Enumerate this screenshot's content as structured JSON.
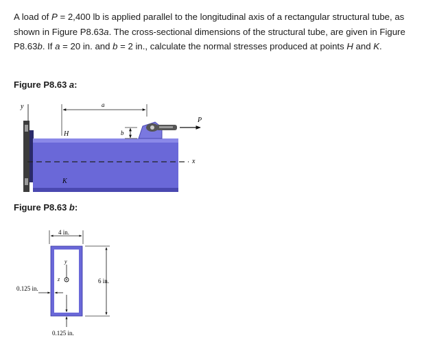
{
  "problem": {
    "t1": "A load of ",
    "sym_p": "P",
    "t2": " = 2,400 lb is applied parallel to the longitudinal axis of a rectangular structural tube, as shown in Figure P8.63",
    "suf_a": "a",
    "t3": ". The cross-sectional dimensions of the structural tube, are given in Figure P8.63",
    "suf_b": "b",
    "t4": ". If ",
    "sym_a": "a",
    "t5": " = 20 in. and ",
    "sym_b": "b",
    "t6": " = 2 in., calculate the normal stresses produced at points ",
    "sym_h": "H",
    "t7": " and ",
    "sym_k": "K",
    "t8": "."
  },
  "figure_a": {
    "label_pre": "Figure P8.63 ",
    "label_suf": "a",
    "label_colon": ":",
    "y_axis": "y",
    "x_axis": "x",
    "dim_a": "a",
    "dim_b": "b",
    "load": "P",
    "point_h": "H",
    "point_k": "K",
    "colors": {
      "tube": "#6a68d8",
      "tube_dark": "#4a48b0",
      "wall": "#444444"
    }
  },
  "figure_b": {
    "label_pre": "Figure P8.63 ",
    "label_suf": "b",
    "label_colon": ":",
    "width": "4 in.",
    "height": "6 in.",
    "wall_left": "0.125 in.",
    "wall_bottom": "0.125 in.",
    "y_axis": "y",
    "z_axis": "z",
    "colors": {
      "tube": "#6a68d8"
    }
  }
}
